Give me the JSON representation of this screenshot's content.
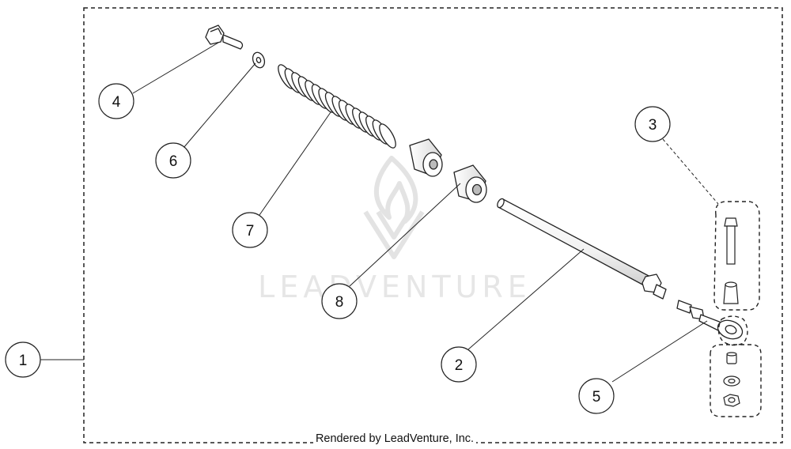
{
  "watermark": {
    "brand": "LEADVENTURE"
  },
  "footer": {
    "credit": "Rendered by LeadVenture, Inc."
  },
  "callouts": [
    {
      "id": "1",
      "label": "1"
    },
    {
      "id": "2",
      "label": "2"
    },
    {
      "id": "3",
      "label": "3"
    },
    {
      "id": "4",
      "label": "4"
    },
    {
      "id": "5",
      "label": "5"
    },
    {
      "id": "6",
      "label": "6"
    },
    {
      "id": "7",
      "label": "7"
    },
    {
      "id": "8",
      "label": "8"
    }
  ],
  "colors": {
    "line": "#222222",
    "part_fill": "#ffffff",
    "part_shade": "#d9d9d9",
    "watermark": "#e6e6e6"
  }
}
